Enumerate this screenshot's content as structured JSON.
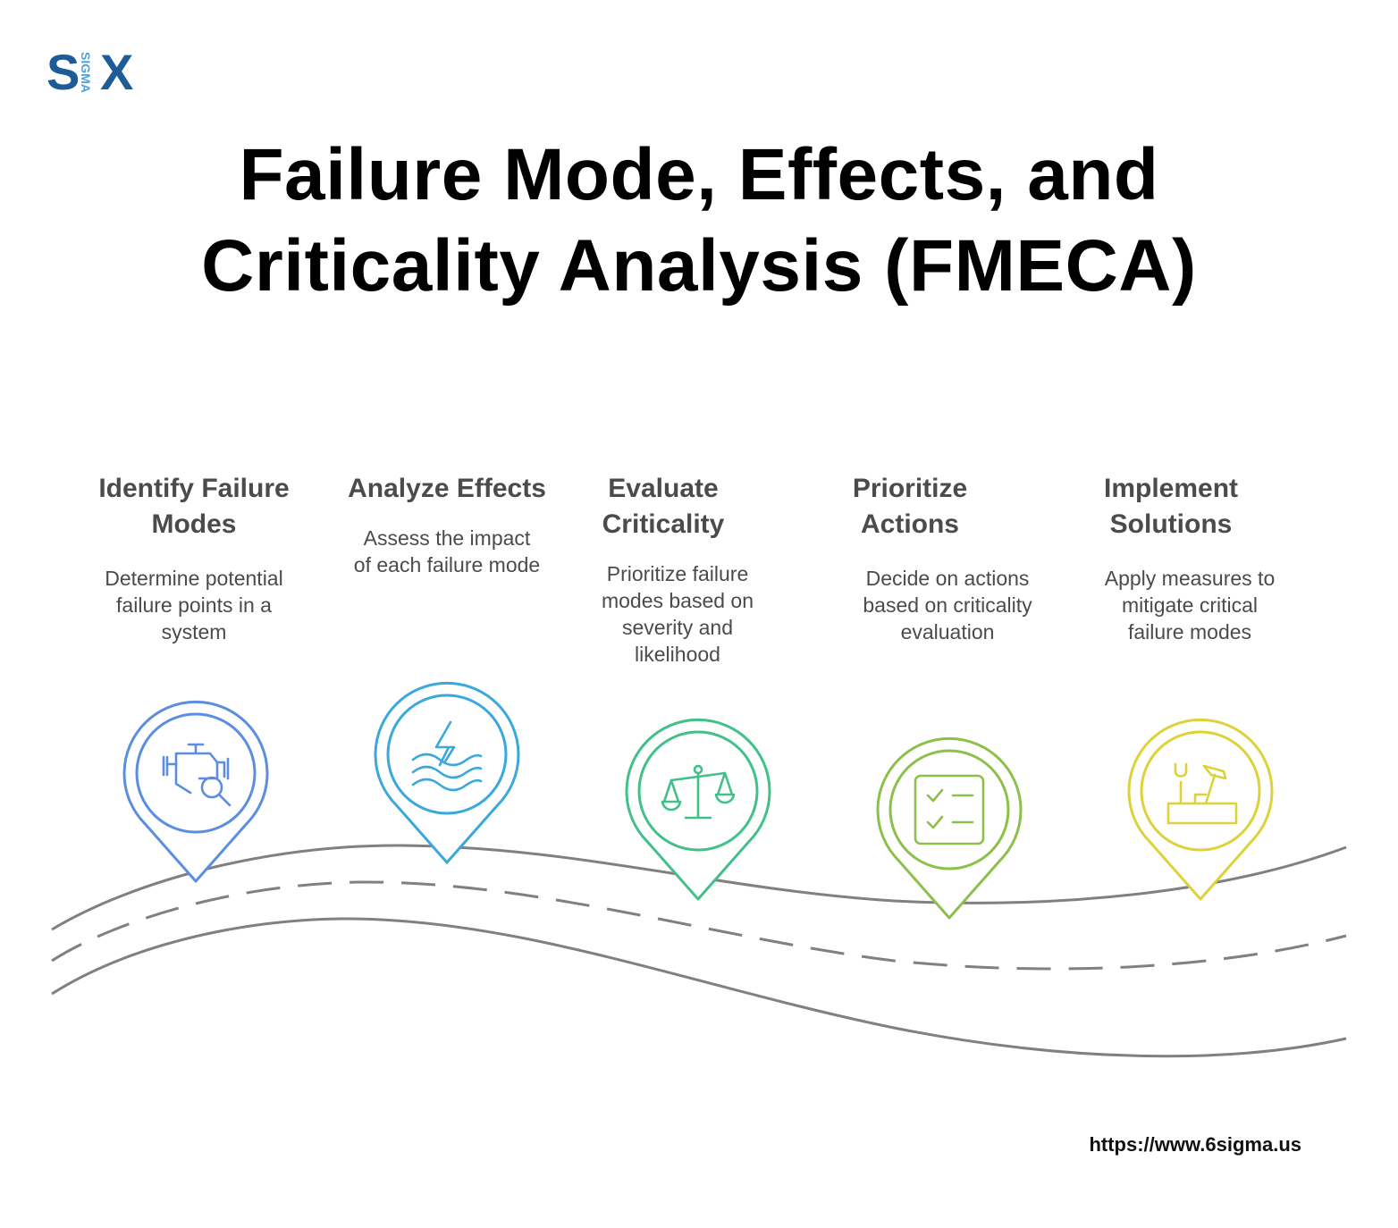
{
  "logo": {
    "letter_s": "S",
    "letter_x": "X",
    "sigma": "SIGMA"
  },
  "title": {
    "line1": "Failure Mode, Effects, and",
    "line2": "Criticality Analysis (FMECA)"
  },
  "steps": [
    {
      "title_line1": "Identify Failure",
      "title_line2": "Modes",
      "desc": [
        "Determine potential",
        "failure points in a",
        "system"
      ],
      "icon": "engine-search-icon",
      "color": "#5b8de0"
    },
    {
      "title_line1": "Analyze Effects",
      "title_line2": "",
      "desc": [
        "Assess the impact",
        "of each failure mode"
      ],
      "icon": "lightning-waves-icon",
      "color": "#3aa8dc"
    },
    {
      "title_line1": "Evaluate",
      "title_line2": "Criticality",
      "desc": [
        "Prioritize failure",
        "modes based on",
        "severity and",
        "likelihood"
      ],
      "icon": "balance-scale-icon",
      "color": "#42c08a"
    },
    {
      "title_line1": "Prioritize",
      "title_line2": "Actions",
      "desc": [
        "Decide on actions",
        "based on criticality",
        "evaluation"
      ],
      "icon": "checklist-icon",
      "color": "#8cc04a"
    },
    {
      "title_line1": "Implement",
      "title_line2": "Solutions",
      "desc": [
        "Apply measures to",
        "mitigate critical",
        "failure modes"
      ],
      "icon": "toolbox-icon",
      "color": "#ded23a"
    }
  ],
  "footer": {
    "url": "https://www.6sigma.us"
  },
  "colors": {
    "brand_dark": "#1d5c96",
    "brand_light": "#4aa3df",
    "road": "#808080",
    "text": "#4b4b4b"
  }
}
